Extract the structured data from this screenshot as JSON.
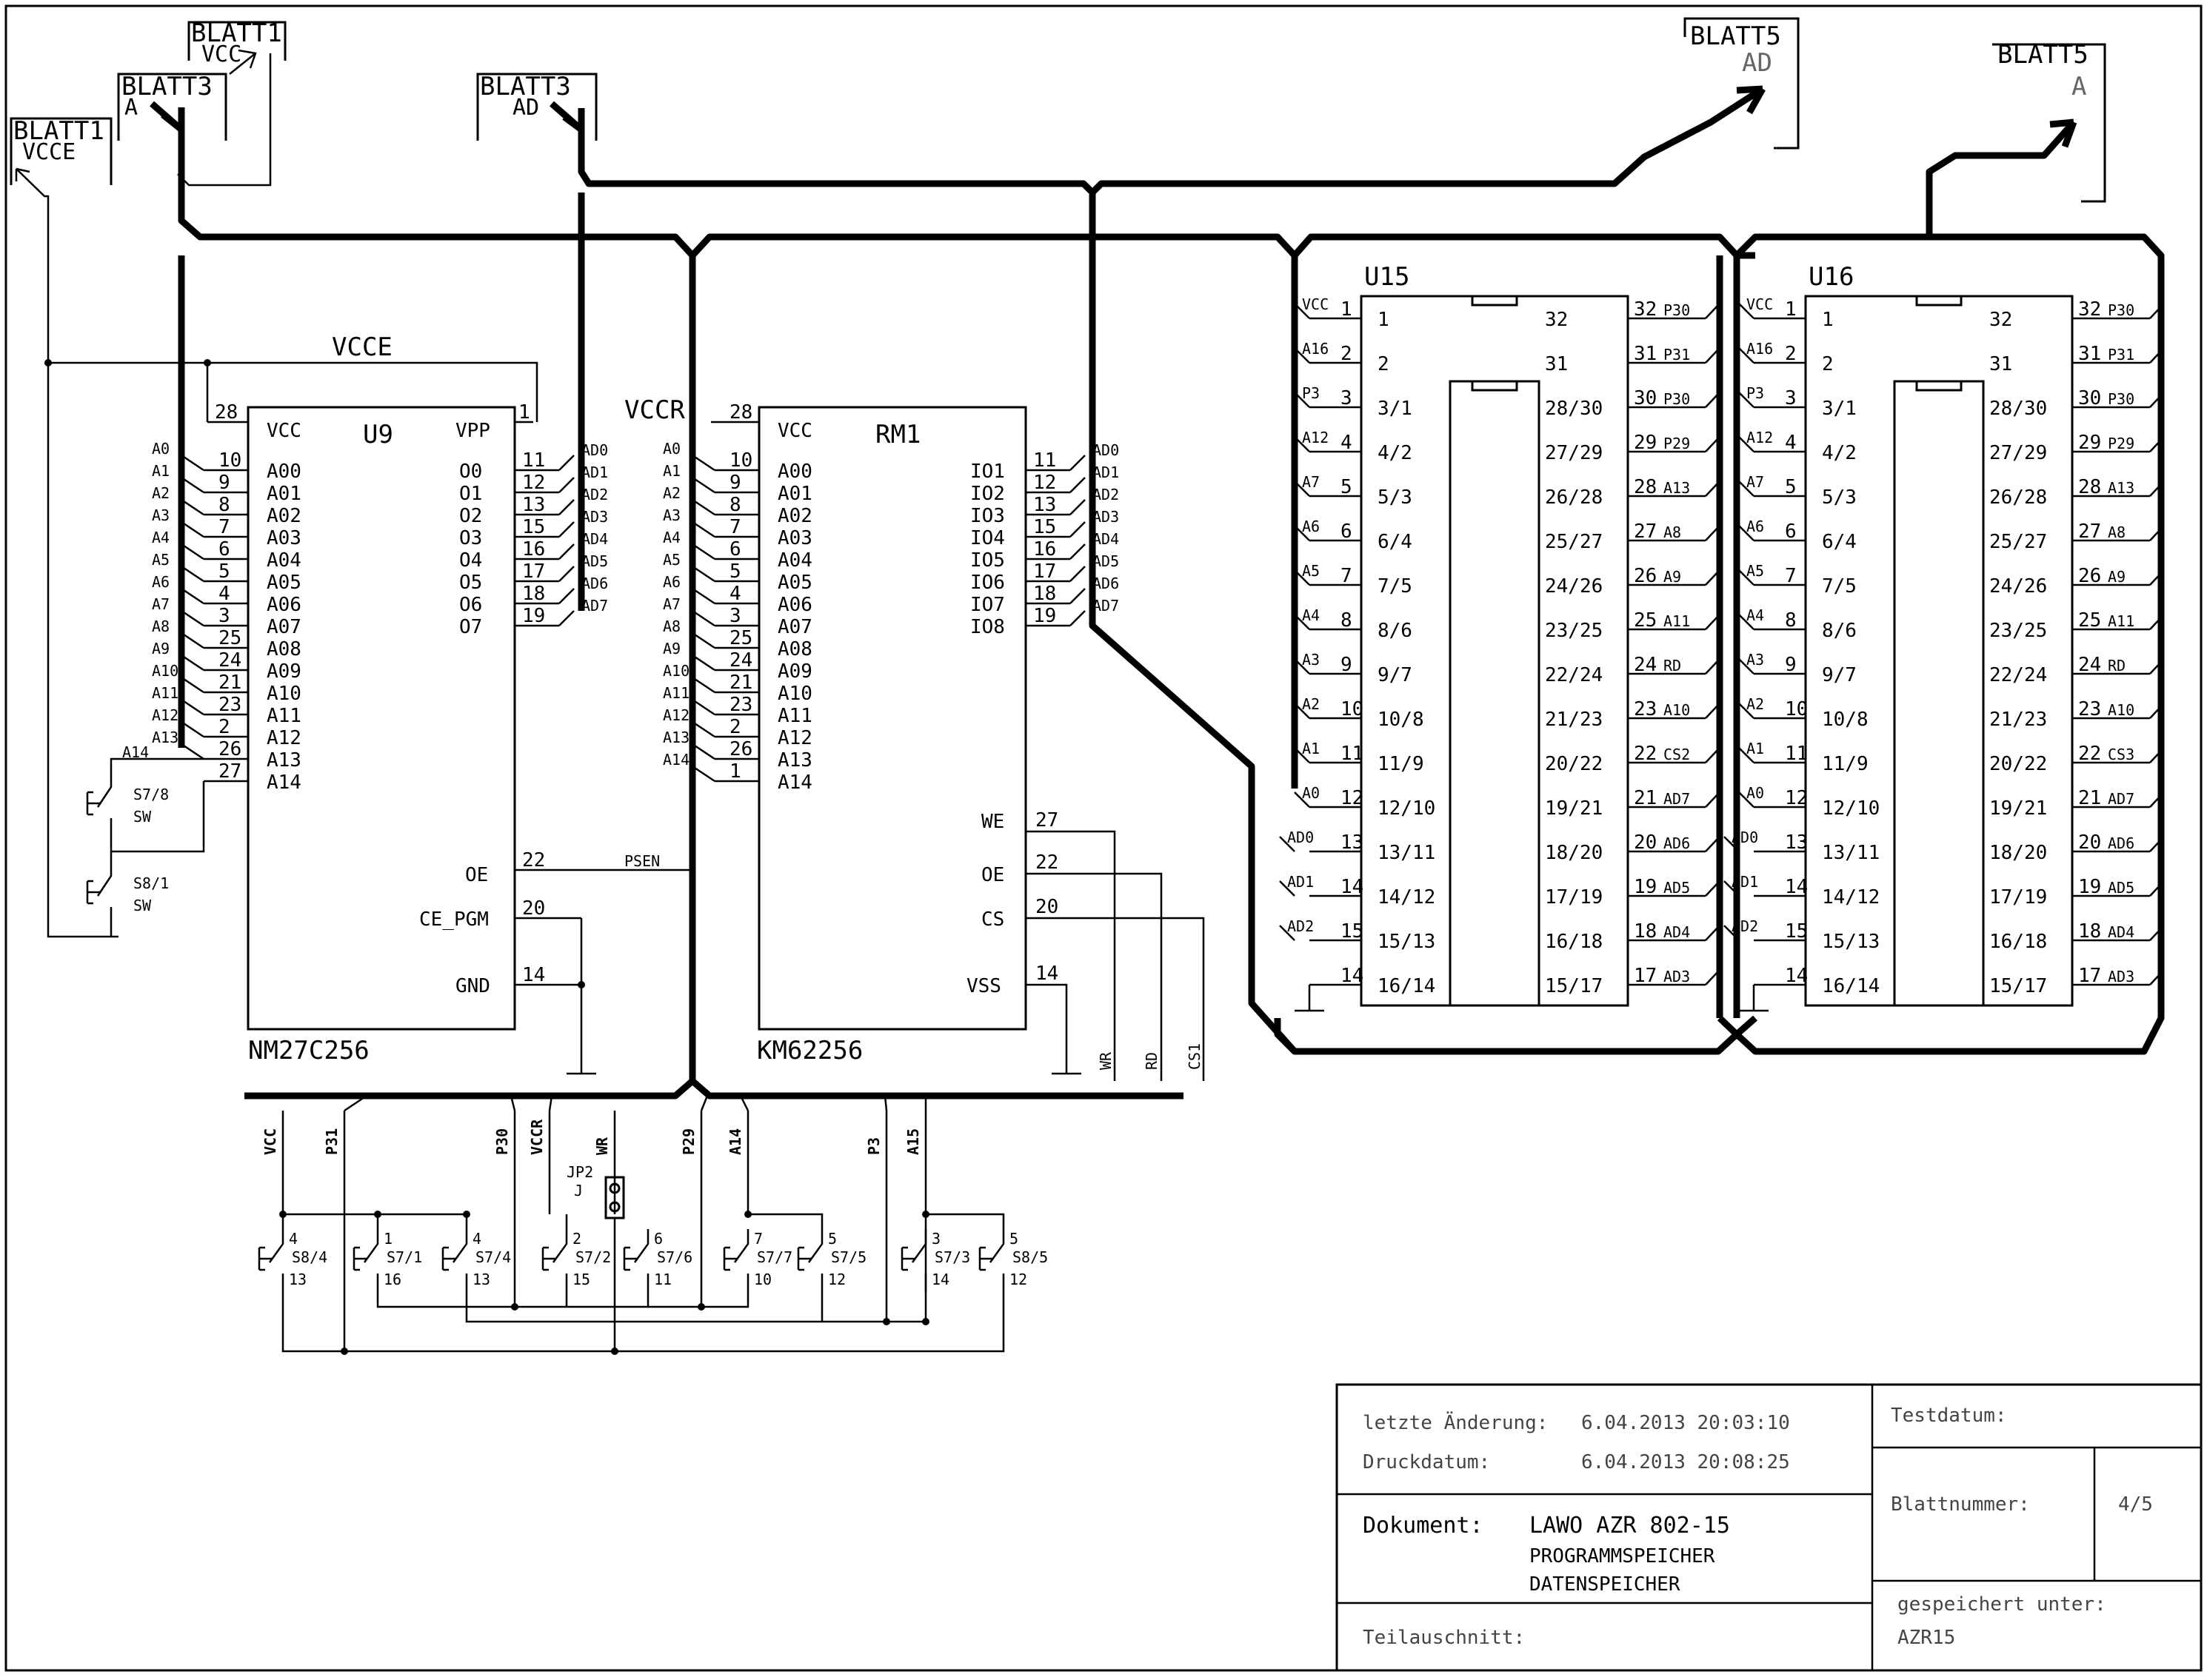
{
  "offsheet": {
    "blatt1_vcc": [
      "BLATT1",
      "VCC"
    ],
    "blatt3_a": [
      "BLATT3",
      "A"
    ],
    "blatt1_vcce": [
      "BLATT1",
      "VCCE"
    ],
    "blatt3_ad": [
      "BLATT3",
      "AD"
    ],
    "blatt5_ad": [
      "BLATT5",
      "AD"
    ],
    "blatt5_a": [
      "BLATT5",
      "A"
    ]
  },
  "nets": {
    "vcce": "VCCE",
    "vccr": "VCCR",
    "psen": "PSEN",
    "wr": "WR",
    "rd": "RD",
    "cs1": "CS1",
    "a14": "A14"
  },
  "u9": {
    "ref": "U9",
    "part": "NM27C256",
    "vcc": "VCC",
    "vpp": "VPP",
    "gnd": "GND",
    "oe": "OE",
    "ce_pgm": "CE_PGM",
    "pin_vcc": "28",
    "pin_vpp": "1",
    "pin_oe": "22",
    "pin_ce": "20",
    "pin_gnd": "14",
    "left_pins": [
      "10",
      "9",
      "8",
      "7",
      "6",
      "5",
      "4",
      "3",
      "25",
      "24",
      "21",
      "23",
      "2",
      "26",
      "27"
    ],
    "left_names": [
      "A00",
      "A01",
      "A02",
      "A03",
      "A04",
      "A05",
      "A06",
      "A07",
      "A08",
      "A09",
      "A10",
      "A11",
      "A12",
      "A13",
      "A14"
    ],
    "left_sigs": [
      "A0",
      "A1",
      "A2",
      "A3",
      "A4",
      "A5",
      "A6",
      "A7",
      "A8",
      "A9",
      "A10",
      "A11",
      "A12",
      "A13"
    ],
    "right_pins": [
      "11",
      "12",
      "13",
      "15",
      "16",
      "17",
      "18",
      "19"
    ],
    "right_names": [
      "O0",
      "O1",
      "O2",
      "O3",
      "O4",
      "O5",
      "O6",
      "O7"
    ],
    "right_sigs": [
      "AD0",
      "AD1",
      "AD2",
      "AD3",
      "AD4",
      "AD5",
      "AD6",
      "AD7"
    ]
  },
  "rm1": {
    "ref": "RM1",
    "part": "KM62256",
    "vcc": "VCC",
    "vss": "VSS",
    "we": "WE",
    "oe": "OE",
    "cs": "CS",
    "pin_vcc": "28",
    "pin_we": "27",
    "pin_oe": "22",
    "pin_cs": "20",
    "pin_vss": "14",
    "left_pins": [
      "10",
      "9",
      "8",
      "7",
      "6",
      "5",
      "4",
      "3",
      "25",
      "24",
      "21",
      "23",
      "2",
      "26",
      "1"
    ],
    "left_names": [
      "A00",
      "A01",
      "A02",
      "A03",
      "A04",
      "A05",
      "A06",
      "A07",
      "A08",
      "A09",
      "A10",
      "A11",
      "A12",
      "A13",
      "A14"
    ],
    "left_sigs": [
      "A0",
      "A1",
      "A2",
      "A3",
      "A4",
      "A5",
      "A6",
      "A7",
      "A8",
      "A9",
      "A10",
      "A11",
      "A12",
      "A13",
      "A14"
    ],
    "right_pins": [
      "11",
      "12",
      "13",
      "15",
      "16",
      "17",
      "18",
      "19"
    ],
    "right_names": [
      "IO1",
      "IO2",
      "IO3",
      "IO4",
      "IO5",
      "IO6",
      "IO7",
      "IO8"
    ],
    "right_sigs": [
      "AD0",
      "AD1",
      "AD2",
      "AD3",
      "AD4",
      "AD5",
      "AD6",
      "AD7"
    ]
  },
  "u15": {
    "ref": "U15",
    "left_pinno": [
      "1",
      "2",
      "3",
      "4",
      "5",
      "6",
      "7",
      "8",
      "9",
      "10",
      "11",
      "12",
      "13",
      "14",
      "15",
      "14"
    ],
    "left_inner": [
      "1",
      "2",
      "3/1",
      "4/2",
      "5/3",
      "6/4",
      "7/5",
      "8/6",
      "9/7",
      "10/8",
      "11/9",
      "12/10",
      "13/11",
      "14/12",
      "15/13",
      "16/14"
    ],
    "left_sigs": [
      "VCC",
      "A16",
      "P3",
      "A12",
      "A7",
      "A6",
      "A5",
      "A4",
      "A3",
      "A2",
      "A1",
      "A0",
      "AD0",
      "AD1",
      "AD2",
      ""
    ],
    "right_pinno": [
      "32",
      "31",
      "30",
      "29",
      "28",
      "27",
      "26",
      "25",
      "24",
      "23",
      "22",
      "21",
      "20",
      "19",
      "18",
      "17"
    ],
    "right_inner": [
      "32",
      "31",
      "28/30",
      "27/29",
      "26/28",
      "25/27",
      "24/26",
      "23/25",
      "22/24",
      "21/23",
      "20/22",
      "19/21",
      "18/20",
      "17/19",
      "16/18",
      "15/17"
    ],
    "right_sigs": [
      "P30",
      "P31",
      "P30",
      "P29",
      "A13",
      "A8",
      "A9",
      "A11",
      "RD",
      "A10",
      "CS2",
      "AD7",
      "AD6",
      "AD5",
      "AD4",
      "AD3"
    ]
  },
  "u16": {
    "ref": "U16",
    "left_pinno": [
      "1",
      "2",
      "3",
      "4",
      "5",
      "6",
      "7",
      "8",
      "9",
      "10",
      "11",
      "12",
      "13",
      "14",
      "15",
      "14"
    ],
    "left_inner": [
      "1",
      "2",
      "3/1",
      "4/2",
      "5/3",
      "6/4",
      "7/5",
      "8/6",
      "9/7",
      "10/8",
      "11/9",
      "12/10",
      "13/11",
      "14/12",
      "15/13",
      "16/14"
    ],
    "left_sigs": [
      "VCC",
      "A16",
      "P3",
      "A12",
      "A7",
      "A6",
      "A5",
      "A4",
      "A3",
      "A2",
      "A1",
      "A0",
      "AD0",
      "AD1",
      "AD2",
      ""
    ],
    "right_pinno": [
      "32",
      "31",
      "30",
      "29",
      "28",
      "27",
      "26",
      "25",
      "24",
      "23",
      "22",
      "21",
      "20",
      "19",
      "18",
      "17"
    ],
    "right_inner": [
      "32",
      "31",
      "28/30",
      "27/29",
      "26/28",
      "25/27",
      "24/26",
      "23/25",
      "22/24",
      "21/23",
      "20/22",
      "19/21",
      "18/20",
      "17/19",
      "16/18",
      "15/17"
    ],
    "right_sigs": [
      "P30",
      "P31",
      "P30",
      "P29",
      "A13",
      "A8",
      "A9",
      "A11",
      "RD",
      "A10",
      "CS3",
      "AD7",
      "AD6",
      "AD5",
      "AD4",
      "AD3"
    ]
  },
  "bottom_nets": [
    "VCC",
    "P31",
    "P30",
    "VCCR",
    "WR",
    "P29",
    "A14",
    "P3",
    "A15"
  ],
  "jumper": [
    "JP2",
    "J"
  ],
  "switches_left": [
    {
      "name": "S7/8",
      "sub": "SW"
    },
    {
      "name": "S8/1",
      "sub": "SW"
    }
  ],
  "switches": [
    {
      "name": "S8/4",
      "top": "4",
      "bot": "13"
    },
    {
      "name": "S7/1",
      "top": "1",
      "bot": "16"
    },
    {
      "name": "S7/4",
      "top": "4",
      "bot": "13"
    },
    {
      "name": "S7/2",
      "top": "2",
      "bot": "15"
    },
    {
      "name": "S7/6",
      "top": "6",
      "bot": "11"
    },
    {
      "name": "S7/7",
      "top": "7",
      "bot": "10"
    },
    {
      "name": "S7/5",
      "top": "5",
      "bot": "12"
    },
    {
      "name": "S7/3",
      "top": "3",
      "bot": "14"
    },
    {
      "name": "S8/5",
      "top": "5",
      "bot": "12"
    }
  ],
  "titleblock": {
    "last_change_label": "letzte Änderung:",
    "last_change_value": "6.04.2013  20:03:10",
    "print_label": "Druckdatum:",
    "print_value": "6.04.2013  20:08:25",
    "doc_label": "Dokument:",
    "doc_lines": [
      "LAWO AZR 802-15",
      "PROGRAMMSPEICHER",
      "DATENSPEICHER"
    ],
    "section_label": "Teilauschnitt:",
    "test_label": "Testdatum:",
    "sheet_label": "Blattnummer:",
    "sheet_value": "4/5",
    "saved_label": "gespeichert unter:",
    "saved_value": "AZR15"
  }
}
